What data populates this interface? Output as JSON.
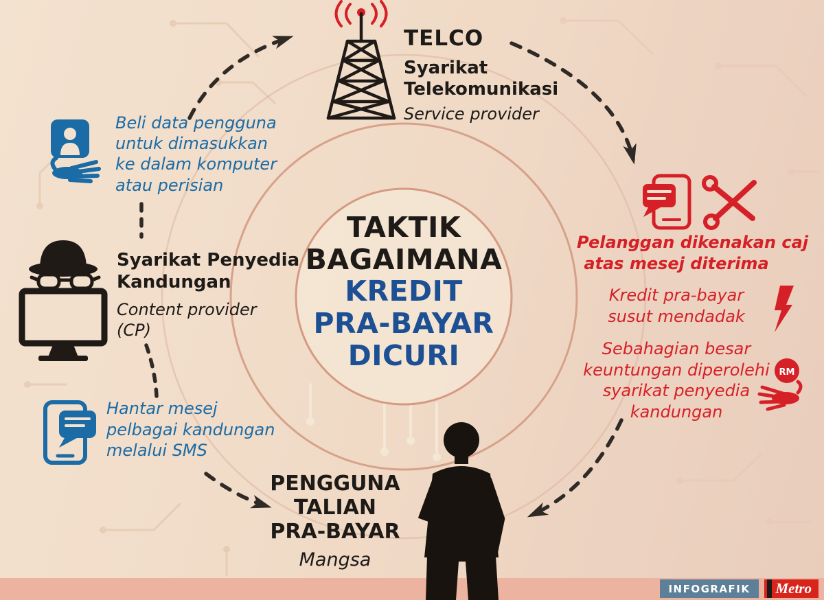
{
  "colors": {
    "background": "#f1dcc9",
    "accent_blue": "#1a6ba6",
    "title_blue": "#1c4f93",
    "alert_red": "#d62027",
    "ring_salmon": "#d49a83",
    "footer_band": "#ecb3a0",
    "badge_slate": "#5d7f97",
    "metro_red": "#d8251c",
    "ink_black": "#1d1a17"
  },
  "center": {
    "title_black": [
      "TAKTIK",
      "BAGAIMANA"
    ],
    "title_blue": [
      "KREDIT",
      "PRA-BAYAR",
      "DICURI"
    ]
  },
  "telco": {
    "name": "TELCO",
    "lines": [
      "Syarikat",
      "Telekomunikasi"
    ],
    "subtitle": "Service provider"
  },
  "buy_data": {
    "lines": [
      "Beli data pengguna",
      "untuk dimasukkan",
      "ke dalam komputer",
      "atau perisian"
    ]
  },
  "content_provider": {
    "bold_lines": [
      "Syarikat Penyedia",
      "Kandungan"
    ],
    "italic_lines": [
      "Content provider",
      "(CP)"
    ]
  },
  "sms": {
    "lines": [
      "Hantar mesej",
      "pelbagai kandungan",
      "melalui SMS"
    ]
  },
  "victim": {
    "lines": [
      "PENGGUNA",
      "TALIAN",
      "PRA-BAYAR"
    ],
    "subtitle": "Mangsa"
  },
  "charges": {
    "bold_lines": [
      "Pelanggan dikenakan caj",
      "atas mesej diterima"
    ],
    "credit_lines": [
      "Kredit pra-bayar",
      "susut mendadak"
    ],
    "profit_lines": [
      "Sebahagian besar",
      "keuntungan diperolehi",
      "syarikat penyedia",
      "kandungan"
    ]
  },
  "rm_label": "RM",
  "footer": {
    "infografik": "INFOGRAFIK",
    "metro": "Metro"
  }
}
